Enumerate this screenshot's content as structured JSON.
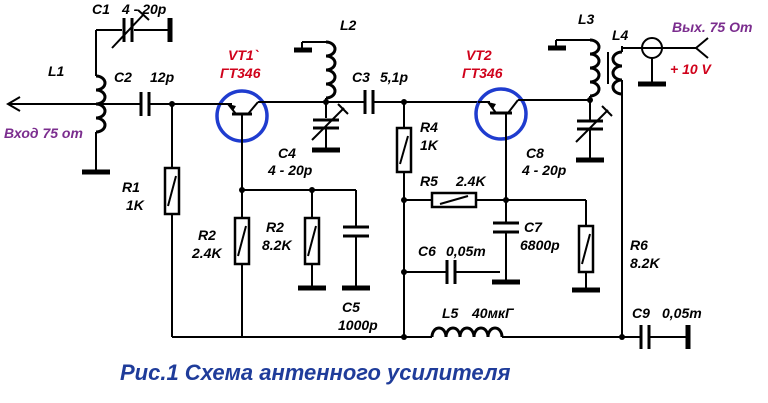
{
  "labels": {
    "c1": "C1",
    "c1_val": "4 - 20p",
    "l1": "L1",
    "c2": "C2",
    "c2_val": "12p",
    "input": "Вход 75 от",
    "r1": "R1",
    "r1_val": "1K",
    "vt1": "VT1`",
    "vt1_type": "ГТ346",
    "l2": "L2",
    "c3": "C3",
    "c3_val": "5,1p",
    "c4": "C4",
    "c4_val": "4 - 20p",
    "r2a": "R2",
    "r2a_val": "2.4K",
    "r2b": "R2",
    "r2b_val": "8.2K",
    "c5": "C5",
    "c5_val": "1000p",
    "r4": "R4",
    "r4_val": "1K",
    "r5": "R5",
    "r5_val": "2.4K",
    "vt2": "VT2",
    "vt2_type": "ГТ346",
    "c7": "C7",
    "c7_val": "6800p",
    "c6": "C6",
    "c6_val": "0,05m",
    "c8": "C8",
    "c8_val": "4 - 20p",
    "l3": "L3",
    "l4": "L4",
    "output": "Вых. 75 От",
    "supply": "+ 10 V",
    "r6": "R6",
    "r6_val": "8.2K",
    "l5": "L5",
    "l5_val": "40мкГ",
    "c9": "C9",
    "c9_val": "0,05m"
  },
  "caption": "Рис.1 Схема антенного усилителя",
  "colors": {
    "transistor": "#1f3ccf",
    "caption": "#1f3c9a",
    "input_text": "#7b2d8e",
    "supply_text": "#d0021b"
  }
}
